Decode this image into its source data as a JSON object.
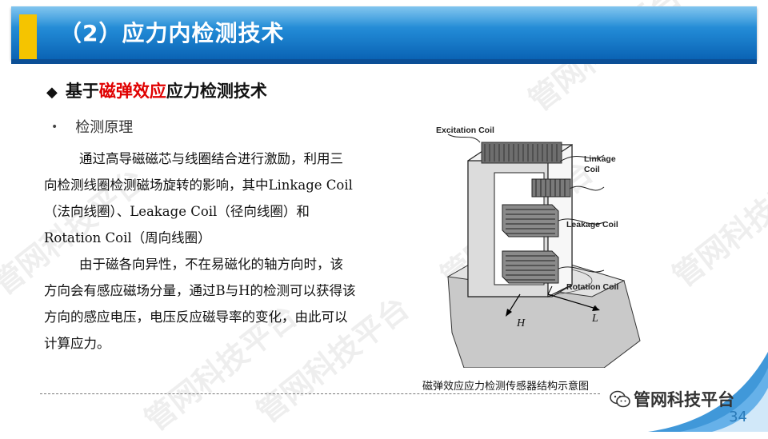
{
  "slide": {
    "title": "（2）应力内检测技术",
    "heading_prefix": "基于",
    "heading_highlight": "磁弹效应",
    "heading_suffix": "应力检测技术",
    "bullet": "检测原理",
    "paragraph1": "通过高导磁磁芯与线圈结合进行激励，利用三向检测线圈检测磁场旋转的影响，其中Linkage Coil（法向线圈）、Leakage Coil（径向线圈）和Rotation Coil（周向线圈）",
    "paragraph2": "由于磁各向异性，不在易磁化的轴方向时，该方向会有感应磁场分量，通过B与H的检测可以获得该方向的感应电压，电压反应磁导率的变化，由此可以计算应力。",
    "caption": "磁弹效应应力检测传感器结构示意图",
    "brand": "管网科技平台",
    "page_number": "34",
    "watermark": "管网科技平台"
  },
  "figure": {
    "labels": {
      "excitation": "Excitation Coil",
      "linkage": "Linkage Coil",
      "leakage": "Leakage Coil",
      "rotation": "Rotation Coil",
      "h_axis": "H",
      "l_axis": "L"
    }
  },
  "colors": {
    "title_bar": "#1f86d2",
    "accent": "#f5c400",
    "highlight": "#e00000",
    "page_number": "#2a7ab8"
  }
}
